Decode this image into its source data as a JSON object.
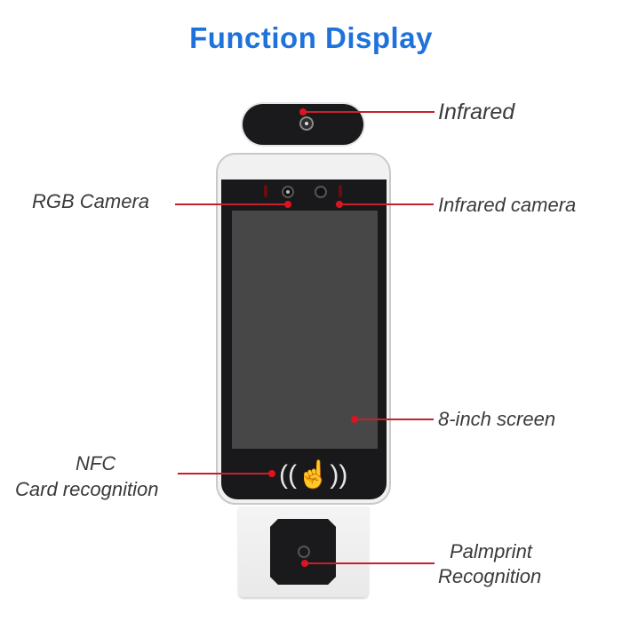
{
  "title": "Function Display",
  "colors": {
    "title": "#1e72dc",
    "callout_line": "#c8202b",
    "callout_dot": "#e0121f",
    "label_text": "#3a3a3a",
    "device_shell": "#f1f1f1",
    "device_panel": "#19191b",
    "screen": "#474747"
  },
  "callouts": {
    "infrared": {
      "label": "Infrared",
      "side": "right"
    },
    "rgb_camera": {
      "label": "RGB Camera",
      "side": "left"
    },
    "infrared_camera": {
      "label": "Infrared camera",
      "side": "right"
    },
    "screen": {
      "label": "8-inch screen",
      "side": "right"
    },
    "nfc": {
      "line1": "NFC",
      "line2": "Card recognition",
      "side": "left"
    },
    "palmprint": {
      "line1": "Palmprint",
      "line2": "Recognition",
      "side": "right"
    }
  },
  "icons": {
    "nfc_symbol": "((☝))"
  }
}
